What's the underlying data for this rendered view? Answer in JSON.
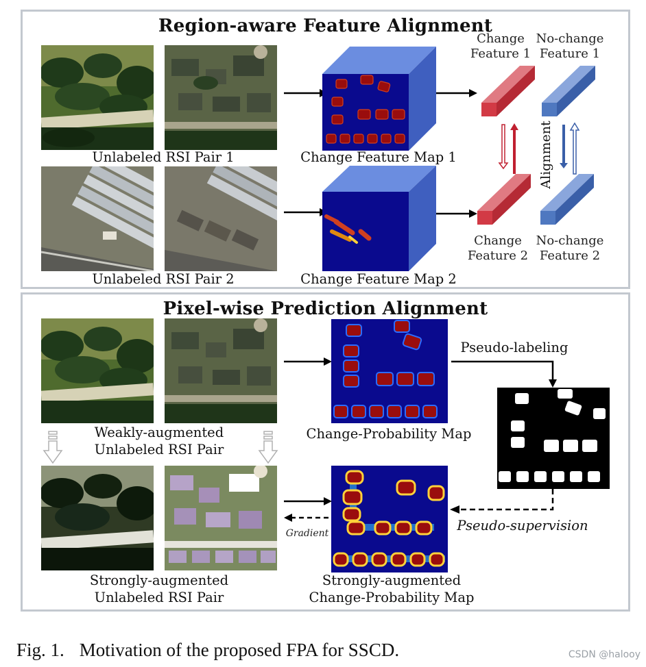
{
  "colors": {
    "change_feature": "#d23a45",
    "nochange_feature": "#4f78c0",
    "cube_face": "#4f6fcd",
    "heatmap_bg": "#0a0a8e",
    "blob": "#9a0d0d",
    "panel_border": "#c3c8cf"
  },
  "top_panel": {
    "title": "Region-aware Feature Alignment",
    "pair1_label": "Unlabeled RSI Pair 1",
    "pair2_label": "Unlabeled RSI Pair 2",
    "map1_label": "Change Feature Map 1",
    "map2_label": "Change Feature Map 2",
    "change_feature_1": [
      "Change",
      "Feature 1"
    ],
    "nochange_feature_1": [
      "No-change",
      "Feature 1"
    ],
    "change_feature_2": [
      "Change",
      "Feature 2"
    ],
    "nochange_feature_2": [
      "No-change",
      "Feature 2"
    ],
    "alignment": "Alignment"
  },
  "bottom_panel": {
    "title": "Pixel-wise Prediction Alignment",
    "weak_label": [
      "Weakly-augmented",
      "Unlabeled RSI Pair"
    ],
    "strong_label": [
      "Strongly-augmented",
      "Unlabeled RSI Pair"
    ],
    "prob_map_label": "Change-Probability Map",
    "strong_prob_label": [
      "Strongly-augmented",
      "Change-Probability Map"
    ],
    "pseudo_labeling": "Pseudo-labeling",
    "pseudo_supervision": "Pseudo-supervision",
    "gradient": "Gradient"
  },
  "caption": {
    "number": "Fig. 1.",
    "text": "Motivation of the proposed FPA for SSCD."
  },
  "watermark": "CSDN @halooy"
}
